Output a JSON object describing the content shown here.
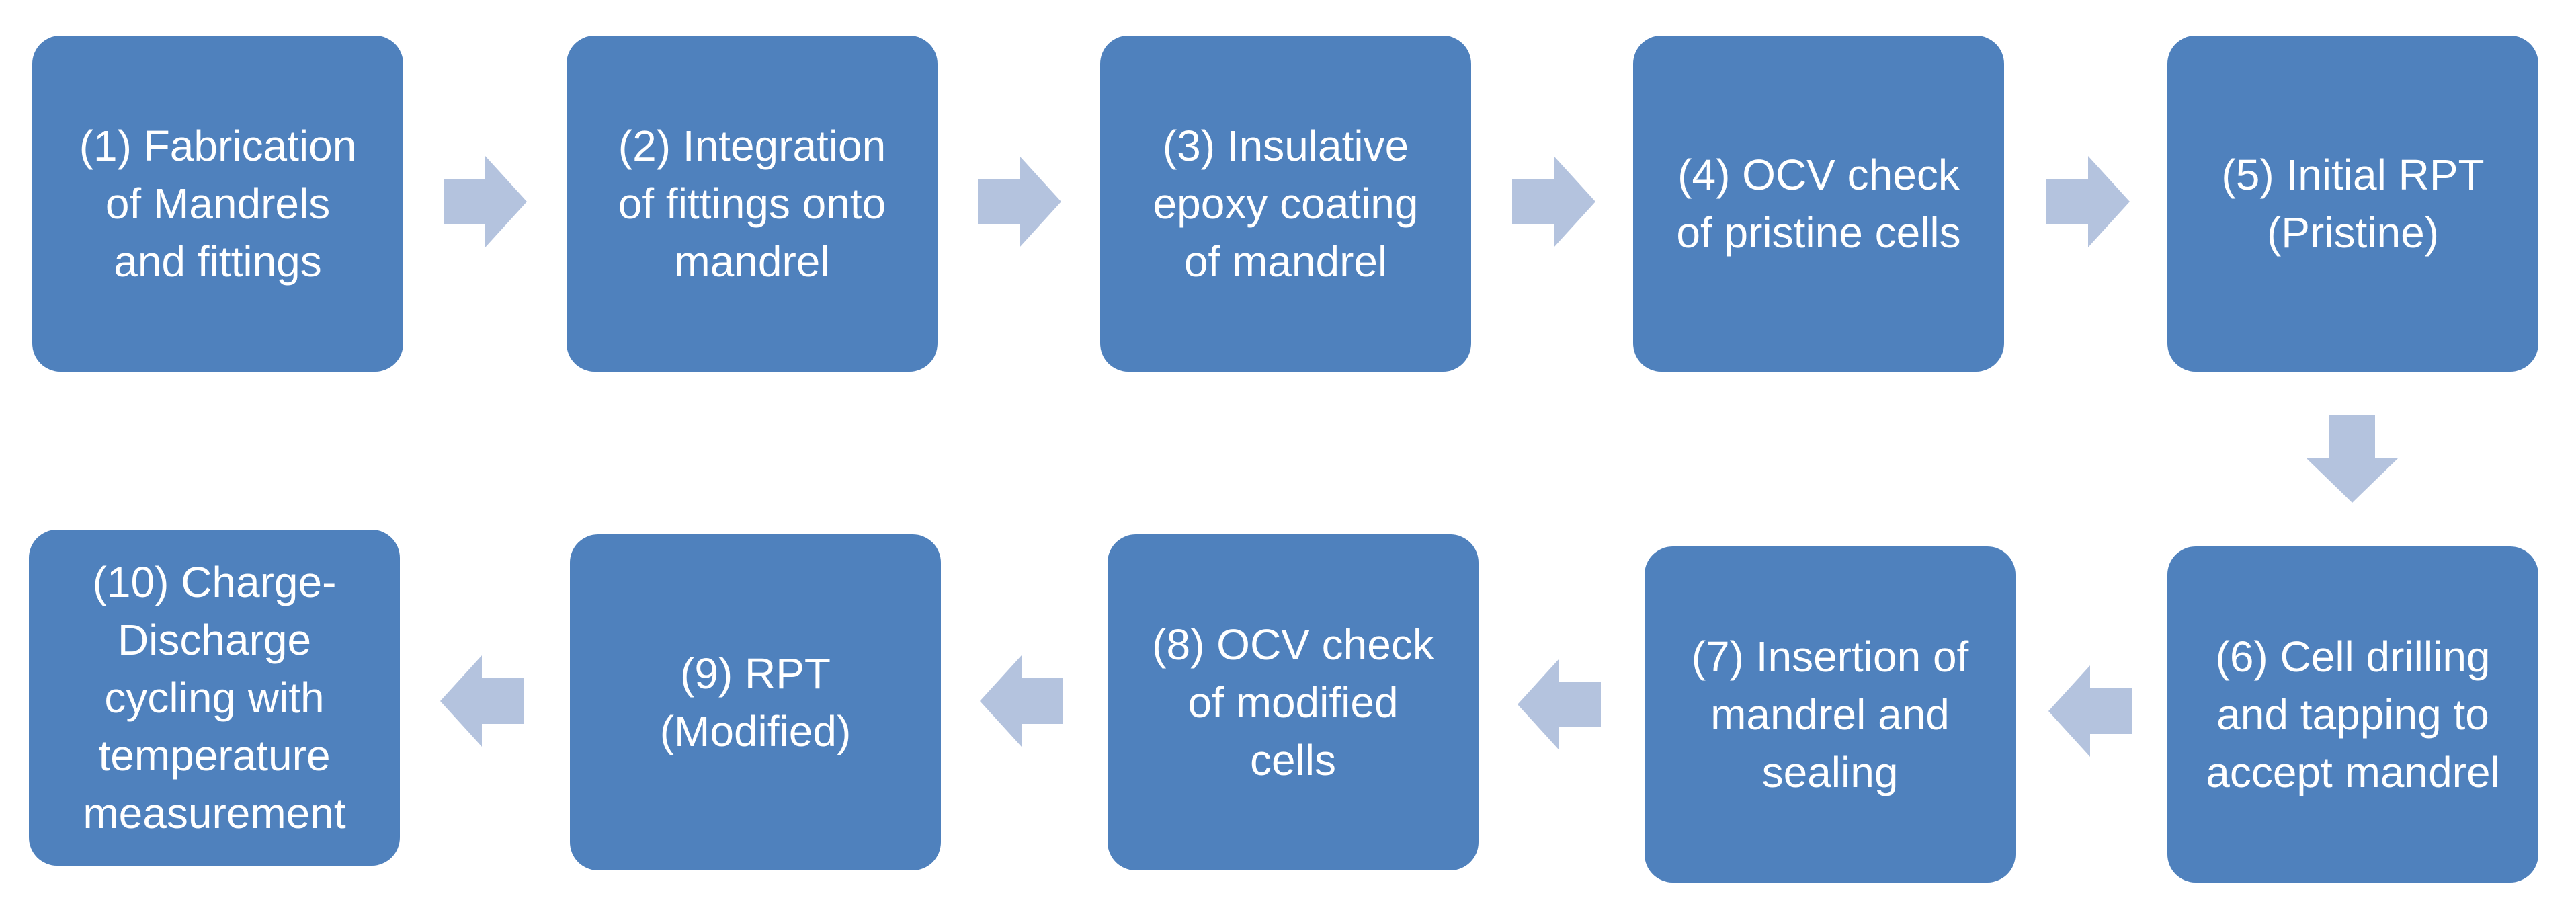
{
  "steps": [
    {
      "label": "(1) Fabrication\nof Mandrels\nand fittings"
    },
    {
      "label": "(2) Integration\nof fittings onto\nmandrel"
    },
    {
      "label": "(3) Insulative\nepoxy coating\nof mandrel"
    },
    {
      "label": "(4) OCV check\nof pristine cells"
    },
    {
      "label": "(5) Initial RPT\n(Pristine)"
    },
    {
      "label": "(6) Cell drilling\nand tapping to\naccept mandrel"
    },
    {
      "label": "(7) Insertion of\nmandrel and\nsealing"
    },
    {
      "label": "(8) OCV check\nof modified\ncells"
    },
    {
      "label": "(9) RPT\n(Modified)"
    },
    {
      "label": "(10) Charge-\nDischarge\ncycling with\ntemperature\nmeasurement"
    }
  ],
  "colors": {
    "box_fill": "#4f81bd",
    "box_text": "#ffffff",
    "arrow_fill": "#b4c3de"
  }
}
